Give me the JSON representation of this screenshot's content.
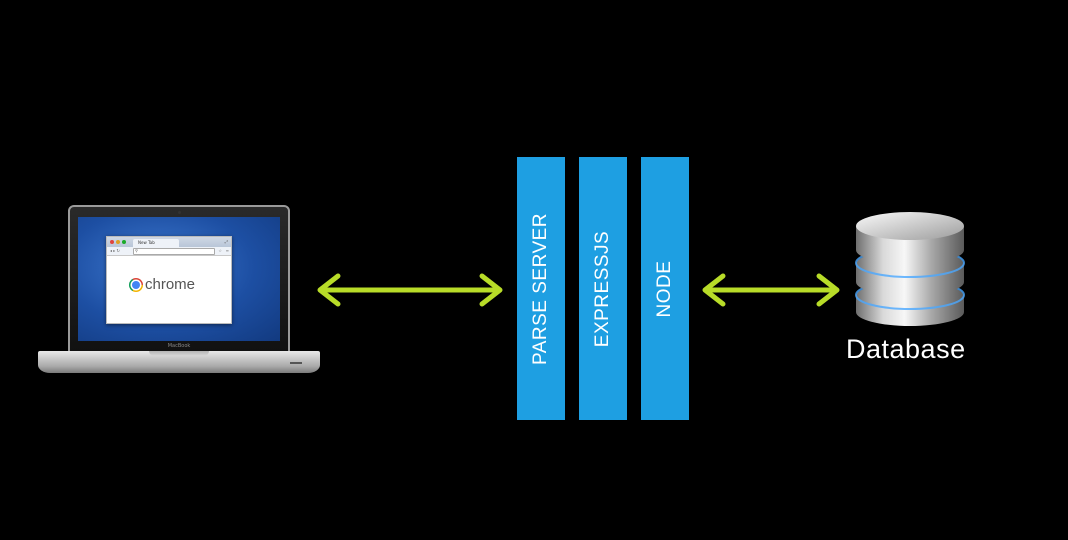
{
  "client": {
    "laptop_brand": "MacBook",
    "browser": {
      "tab_title": "New Tab",
      "omnibox_icon": "search-icon",
      "wordmark": "chrome"
    }
  },
  "stack": {
    "layers": [
      {
        "label": "PARSE SERVER"
      },
      {
        "label": "EXPRESSJS"
      },
      {
        "label": "NODE"
      }
    ],
    "color": "#1e9fe2"
  },
  "database": {
    "label": "Database",
    "icon": "database-icon"
  },
  "arrows": {
    "color": "#b8dc28",
    "items": [
      "bidirectional-arrow",
      "bidirectional-arrow"
    ]
  }
}
